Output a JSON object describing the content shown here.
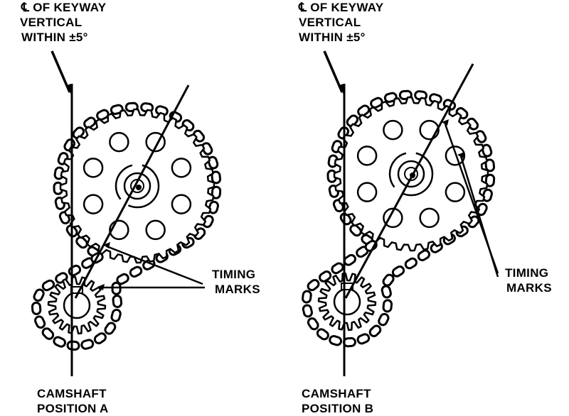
{
  "colors": {
    "ink": "#000000",
    "paper": "#ffffff"
  },
  "panels": [
    {
      "keyway_label": [
        "℄ OF KEYWAY",
        "VERTICAL",
        "WITHIN ±5°"
      ],
      "timing_label": [
        "TIMING",
        "MARKS"
      ],
      "camshaft_label": [
        "CAMSHAFT",
        "POSITION A"
      ]
    },
    {
      "keyway_label": [
        "℄ OF KEYWAY",
        "VERTICAL",
        "WITHIN ±5°"
      ],
      "timing_label": [
        "TIMING",
        "MARKS"
      ],
      "camshaft_label": [
        "CAMSHAFT",
        "POSITION B"
      ]
    }
  ]
}
